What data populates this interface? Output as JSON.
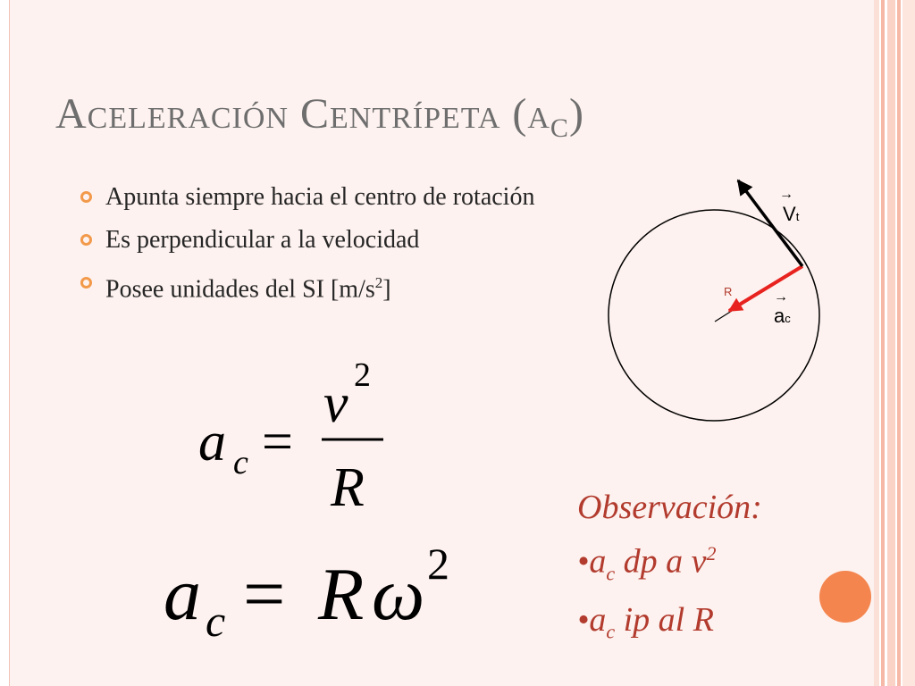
{
  "title": {
    "main": "Aceleración Centrípeta (a",
    "subscript": "C",
    "close": ")"
  },
  "bullets": [
    {
      "text": "Apunta siempre hacia el centro de rotación"
    },
    {
      "text": "Es perpendicular a la velocidad"
    },
    {
      "text_before": "Posee unidades del SI [m/s",
      "superscript": "2",
      "text_after": "]"
    }
  ],
  "diagram": {
    "radius_label": "R",
    "velocity_label": {
      "base": "V",
      "sub": "t"
    },
    "accel_label": {
      "base": "a",
      "sub": "c"
    },
    "arrow": "→"
  },
  "formulas": {
    "f1": {
      "lhs": "a",
      "lhs_sub": "c",
      "equals": "=",
      "numerator": "v",
      "num_exp": "2",
      "denominator": "R"
    },
    "f2": {
      "lhs": "a",
      "lhs_sub": "c",
      "equals": "=",
      "rhs": "R",
      "omega": "ω",
      "exp": "2"
    }
  },
  "observation": {
    "heading": "Observación:",
    "line1": {
      "bullet": "•",
      "a": "a",
      "sub": "c",
      "mid": " dp a v",
      "sup": "2"
    },
    "line2": {
      "bullet": "•",
      "a": "a",
      "sub": "c",
      "mid": " ip al R"
    }
  },
  "colors": {
    "accent_red": "#b23b2e",
    "bullet_orange": "#f2994a",
    "dot_orange": "#f4854f",
    "accel_vector": "#e8231f"
  }
}
